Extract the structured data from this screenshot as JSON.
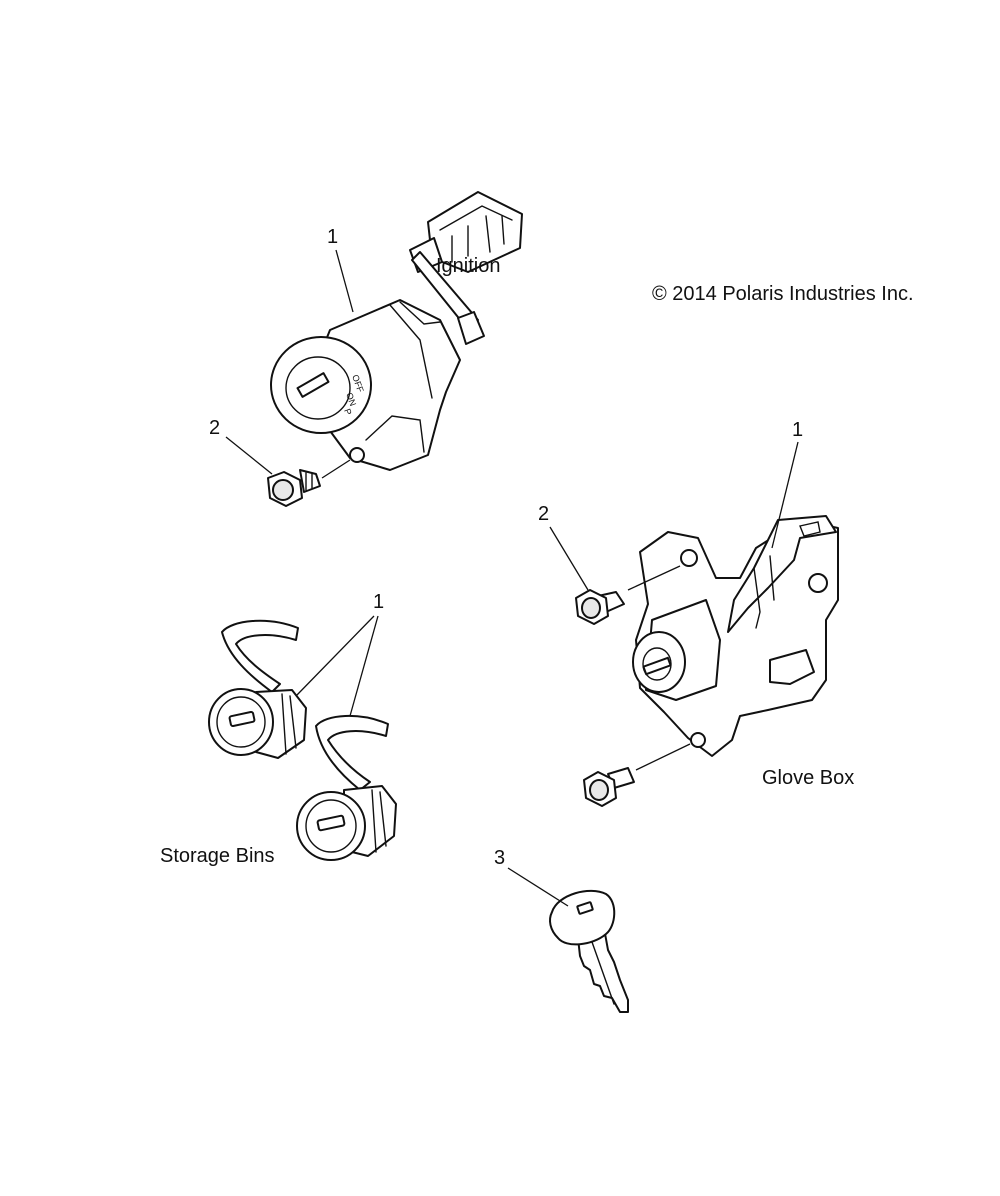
{
  "copyright": "© 2014 Polaris Industries Inc.",
  "groups": {
    "ignition": "Ignition",
    "glove_box": "Glove Box",
    "storage_bins": "Storage Bins"
  },
  "callouts": {
    "ignition_switch": "1",
    "ignition_screw": "2",
    "glove_box_latch": "1",
    "glove_box_screw": "2",
    "storage_bin_locks": "1",
    "key": "3"
  },
  "switch_positions": {
    "off": "OFF",
    "on": "ON",
    "start": "P"
  },
  "colors": {
    "line": "#111111",
    "background": "#ffffff",
    "shade": "#e8e8e8"
  }
}
